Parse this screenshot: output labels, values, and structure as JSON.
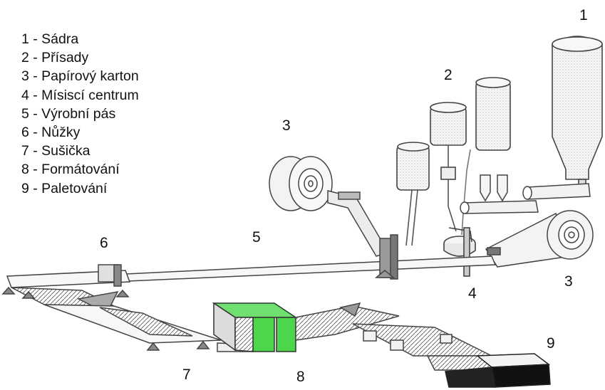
{
  "legend": [
    "1 - Sádra",
    "2 - Přísady",
    "3 - Papírový karton",
    "4 - Mísiscí centrum",
    "5 - Výrobní pás",
    "6 - Nůžky",
    "7 - Sušička",
    "8 - Formátování",
    "9 - Paletování"
  ],
  "labels": {
    "n1": "1",
    "n2": "2",
    "n3a": "3",
    "n3b": "3",
    "n4": "4",
    "n5": "5",
    "n6": "6",
    "n7": "7",
    "n8": "8",
    "n9": "9"
  },
  "colors": {
    "dryer_green": "#4cd64c",
    "dryer_green_dark": "#2fa82f",
    "line": "#333333",
    "light_fill": "#f2f2f2"
  }
}
